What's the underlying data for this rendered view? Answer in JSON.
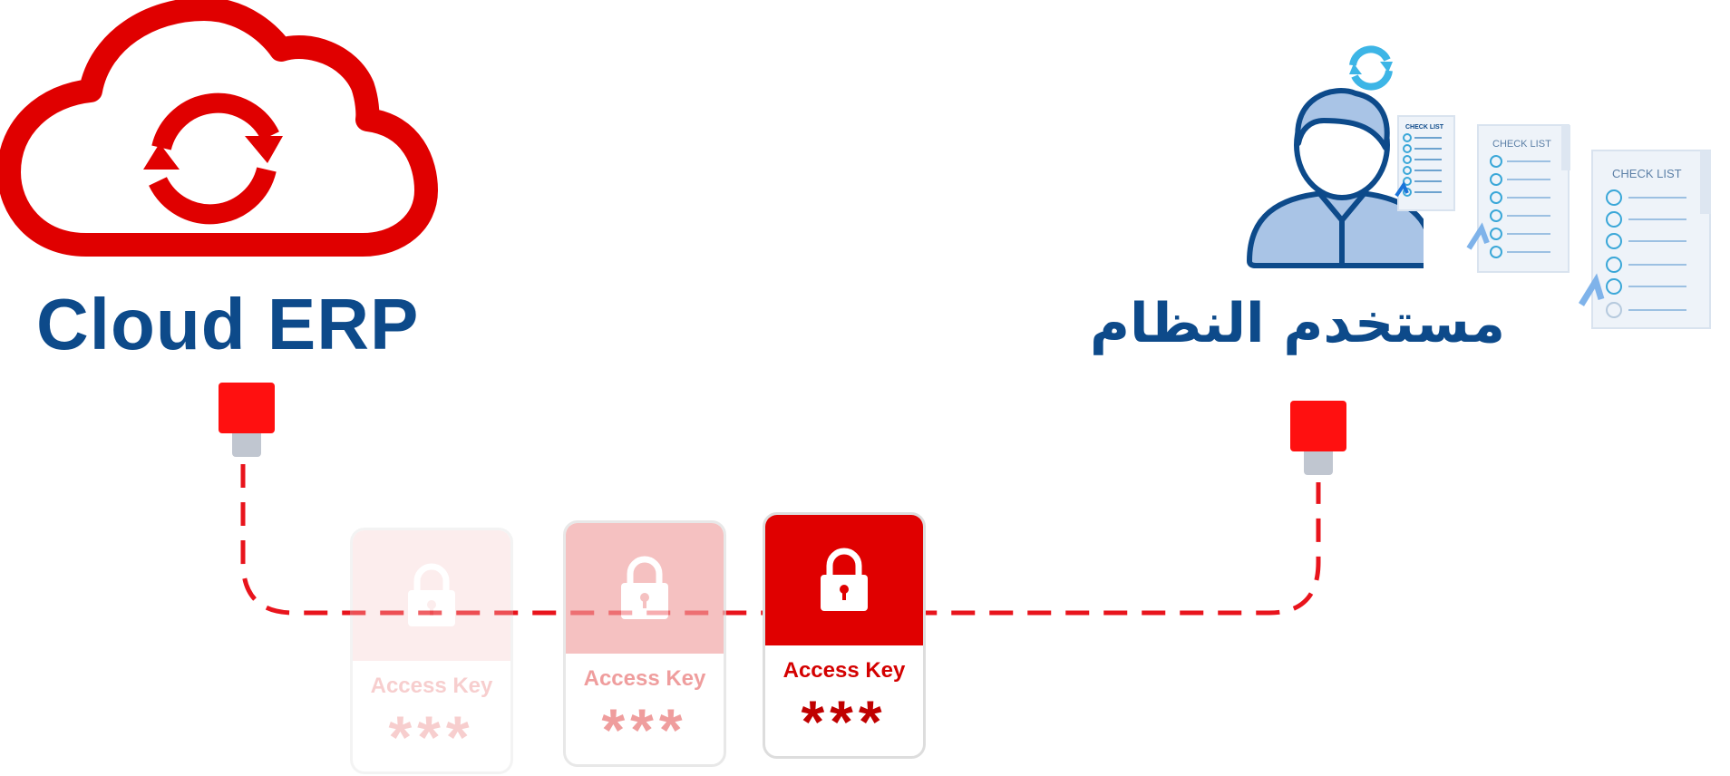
{
  "cloud": {
    "title": "Cloud ERP",
    "icon": "cloud-sync-icon",
    "color": "#e00000"
  },
  "user": {
    "title": "مستخدم النظام",
    "icon": "user-icon",
    "sync_icon": "sync-icon",
    "checklist_title": "CHECK LIST"
  },
  "cards": [
    {
      "label": "Access Key",
      "value": "***"
    },
    {
      "label": "Access Key",
      "value": "***"
    },
    {
      "label": "Access Key",
      "value": "***"
    }
  ],
  "colors": {
    "brand_red": "#e00000",
    "brand_blue": "#0d4a8a",
    "light_blue": "#a9c4e6",
    "connector_gray": "#c0c6d0"
  }
}
